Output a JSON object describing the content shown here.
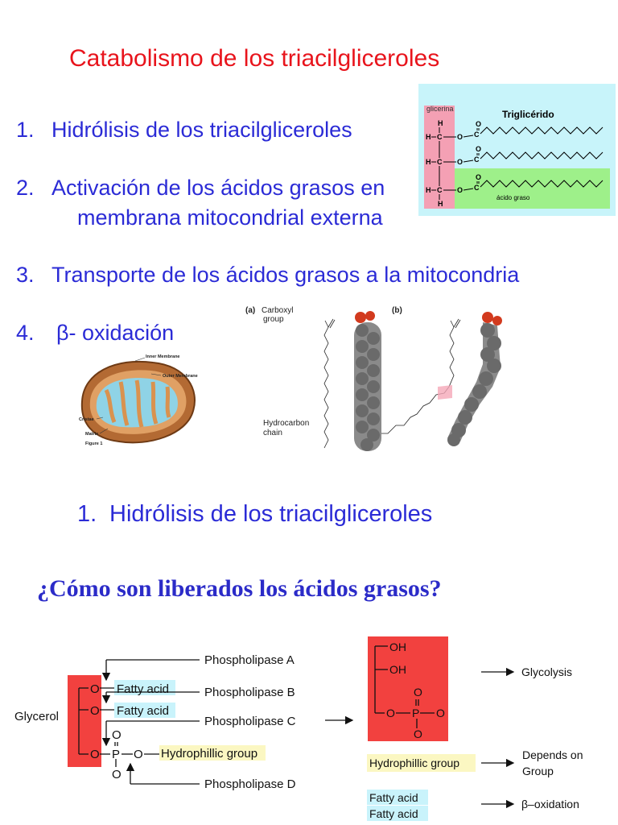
{
  "title": "Catabolismo de los triacilgliceroles",
  "steps": [
    {
      "num": "1.",
      "text": "Hidrólisis de los triacilgliceroles"
    },
    {
      "num": "2.",
      "text": "Activación de los ácidos grasos en",
      "text2": "membrana mitocondrial externa"
    },
    {
      "num": "3.",
      "text": "Transporte de los ácidos grasos a la mitocondria"
    },
    {
      "num": "4.",
      "text": "β- oxidación"
    }
  ],
  "section_heading": {
    "num": "1.",
    "text": "Hidrólisis de los triacilgliceroles"
  },
  "question": "¿Cómo son liberados los ácidos grasos?",
  "triglyceride_figure": {
    "title": "Triglicérido",
    "glycerol_label": "glicerina",
    "fatty_acid_label": "ácido graso",
    "atoms": {
      "H": "H",
      "C": "C",
      "O": "O"
    },
    "colors": {
      "background": "#c8f4fa",
      "glycerol": "#f4a0b4",
      "fatty_acid": "#9ef08a"
    }
  },
  "mitochondria_figure": {
    "labels": [
      "Inner Membrane",
      "Outer Membrane",
      "Cristae",
      "Matrix"
    ],
    "caption": "Figure 1"
  },
  "fatty_acid_figure": {
    "panel_a": "(a)",
    "panel_b": "(b)",
    "carboxyl_label_1": "Carboxyl",
    "carboxyl_label_2": "group",
    "hydrocarbon_label_1": "Hydrocarbon",
    "hydrocarbon_label_2": "chain"
  },
  "phospholipid_figure": {
    "glycerol": "Glycerol",
    "fatty_acid": "Fatty acid",
    "hydrophilic": "Hydrophillic group",
    "phospholipase_a": "Phospholipase A",
    "phospholipase_b": "Phospholipase B",
    "phospholipase_c": "Phospholipase C",
    "phospholipase_d": "Phospholipase D",
    "oh": "OH",
    "glycolysis": "Glycolysis",
    "depends_1": "Depends on",
    "depends_2": "Group",
    "beta_oxidation": "β–oxidation",
    "colors": {
      "glycerol_box": "#f2413f",
      "fatty_acid_bg": "#c9f3fb",
      "hydrophilic_bg": "#fbf7c2"
    }
  }
}
